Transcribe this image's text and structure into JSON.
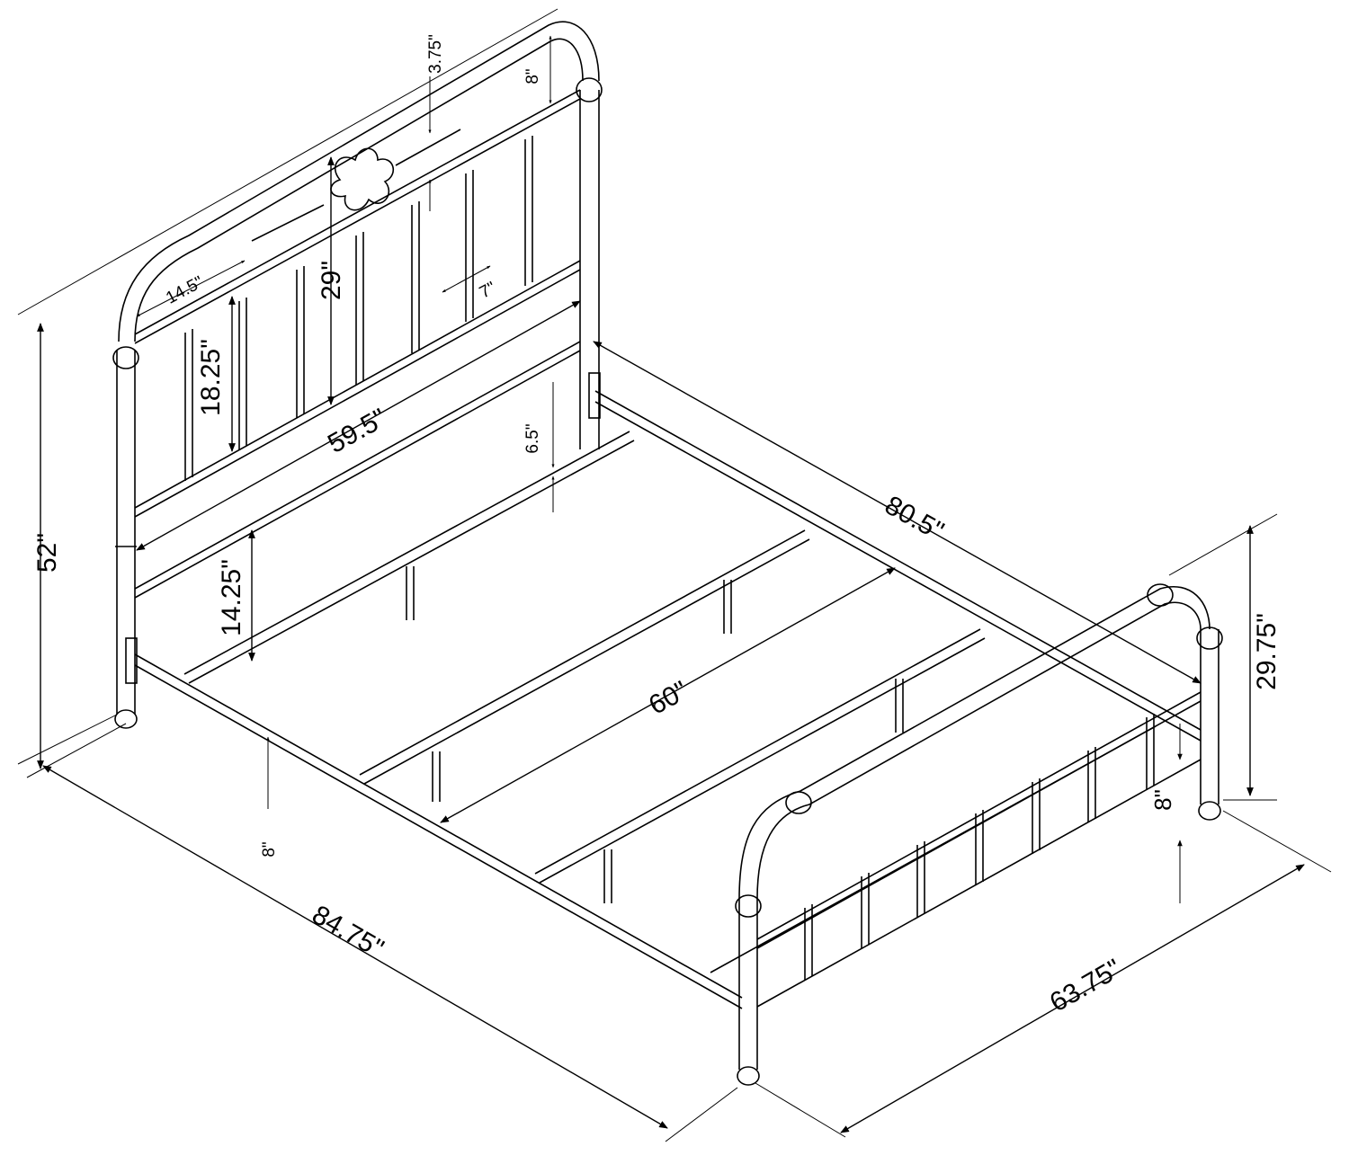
{
  "drawing": {
    "subject": "Metal bed frame with headboard and footboard",
    "line_color": "#000000",
    "background": "#ffffff"
  },
  "dimensions": {
    "headboard_height": "52\"",
    "finial_top_gap": "3.75\"",
    "post_top_section": "8\"",
    "center_medallion_height": "29\"",
    "upper_rail_width": "14.5\"",
    "spindle_spacing": "7\"",
    "side_panel_height": "18.25\"",
    "headboard_width": "59.5\"",
    "rail_drop": "6.5\"",
    "under_bed_clearance": "14.25\"",
    "side_rail_length": "80.5\"",
    "inner_width": "60\"",
    "footboard_height": "29.75\"",
    "footboard_leg_height": "8\"",
    "front_leg_height": "8\"",
    "overall_length": "84.75\"",
    "overall_width": "63.75\""
  }
}
